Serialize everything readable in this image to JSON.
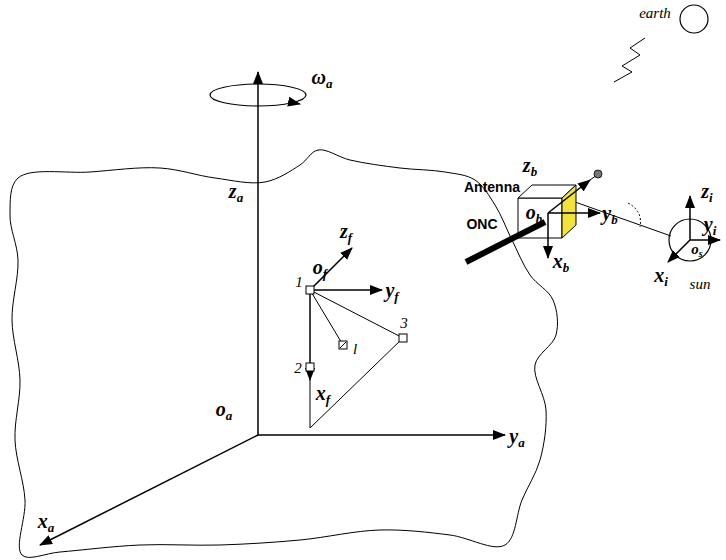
{
  "diagram": {
    "nodes": [
      {
        "text": [
          "earth"
        ]
      },
      {
        "text": [
          "os",
          "sun"
        ]
      }
    ],
    "labels": [
      "Antenna",
      "zb",
      "ONC",
      "ob",
      "yb",
      "xb",
      "ωa",
      "za",
      "zf",
      "of",
      "1",
      "yf",
      "3",
      "l",
      "2",
      "xf",
      "oa",
      "ya",
      "xa",
      "zi",
      "yi",
      "xi"
    ]
  }
}
